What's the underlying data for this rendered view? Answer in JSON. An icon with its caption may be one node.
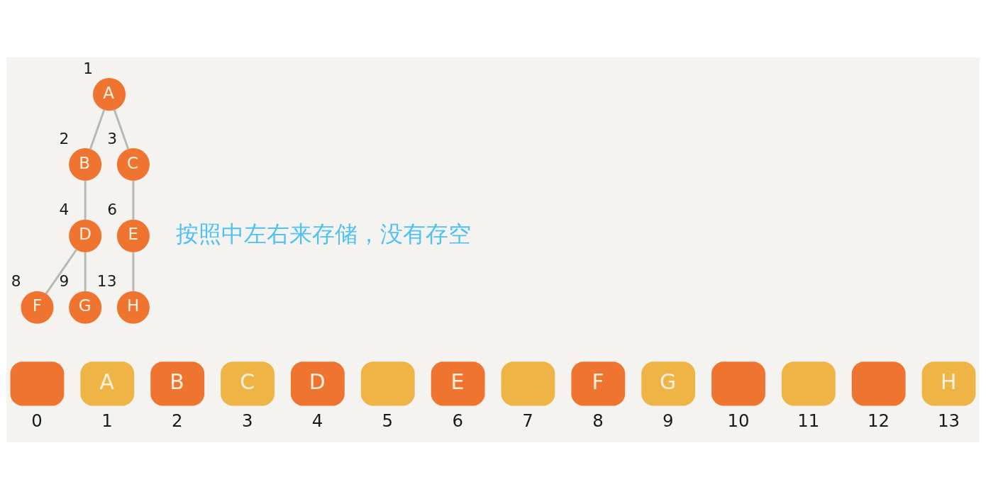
{
  "diagram": {
    "nodes": [
      {
        "text": [
          "A"
        ],
        "beside": [
          "1"
        ]
      },
      {
        "text": [
          "B"
        ],
        "beside": [
          "2"
        ]
      },
      {
        "text": [
          "C"
        ],
        "beside": [
          "3"
        ]
      },
      {
        "text": [
          "D"
        ],
        "beside": [
          "4"
        ]
      },
      {
        "text": [
          "E"
        ],
        "beside": [
          "6"
        ]
      },
      {
        "text": [
          "F"
        ],
        "beside": [
          "8"
        ]
      },
      {
        "text": [
          "G"
        ],
        "beside": [
          "9"
        ]
      },
      {
        "text": [
          "H"
        ],
        "beside": [
          "13"
        ]
      },
      {
        "text": [],
        "shape": "box",
        "beside": [
          "0"
        ]
      },
      {
        "text": [
          "A"
        ],
        "beside": [
          "1"
        ]
      },
      {
        "text": [
          "B"
        ],
        "beside": [
          "2"
        ]
      },
      {
        "text": [
          "C"
        ],
        "beside": [
          "3"
        ]
      },
      {
        "text": [
          "D"
        ],
        "beside": [
          "4"
        ]
      },
      {
        "text": [],
        "shape": "box",
        "beside": [
          "5"
        ]
      },
      {
        "text": [
          "E"
        ],
        "beside": [
          "6"
        ]
      },
      {
        "text": [],
        "shape": "box",
        "beside": [
          "7"
        ]
      },
      {
        "text": [
          "F"
        ],
        "beside": [
          "8"
        ]
      },
      {
        "text": [
          "G"
        ],
        "beside": [
          "9"
        ]
      },
      {
        "text": [],
        "shape": "box",
        "beside": [
          "10"
        ]
      },
      {
        "text": [],
        "shape": "box",
        "beside": [
          "11"
        ]
      },
      {
        "text": [],
        "shape": "box",
        "beside": [
          "12"
        ]
      },
      {
        "text": [
          "H"
        ],
        "beside": [
          "13"
        ]
      }
    ],
    "edges": [
      {
        "from": 0,
        "to": 1,
        "arrow": "none"
      },
      {
        "from": 0,
        "to": 2,
        "arrow": "none"
      },
      {
        "from": 1,
        "to": 3,
        "arrow": "none"
      },
      {
        "from": 2,
        "to": 4,
        "arrow": "none"
      },
      {
        "from": 3,
        "to": 5,
        "arrow": "none"
      },
      {
        "from": 3,
        "to": 6,
        "arrow": "none"
      },
      {
        "from": 4,
        "to": 7,
        "arrow": "none"
      }
    ],
    "labels": [
      "按照中左右来存储，没有存空"
    ]
  }
}
